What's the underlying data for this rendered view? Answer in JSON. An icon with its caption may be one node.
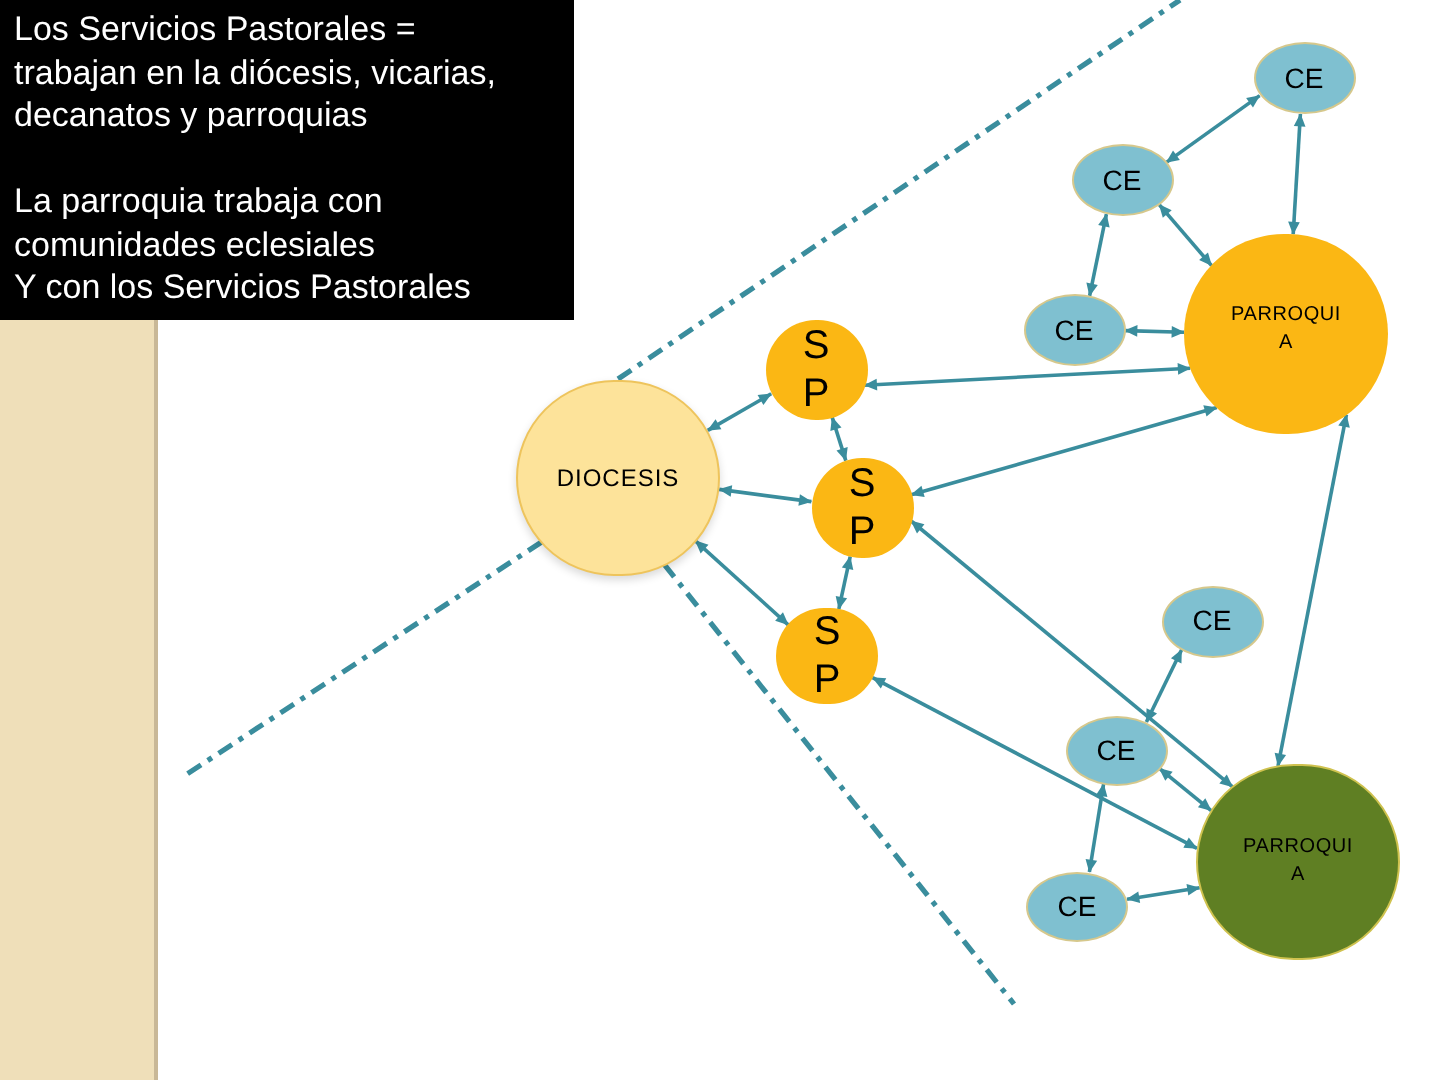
{
  "diagram": {
    "nodes": [
      {
        "text": [
          "Los Servicios Pastorales = trabajan en la diócesis, vicarias, decanatos y parroquias",
          "La parroquia trabaja con comunidades eclesiales",
          "Y con los Servicios Pastorales"
        ]
      },
      {
        "text": [
          "CE"
        ]
      },
      {
        "text": [
          "CE"
        ]
      },
      {
        "text": [
          "S P"
        ]
      },
      {
        "text": [
          "CE"
        ]
      },
      {
        "text": [
          "PARROQUI A"
        ]
      },
      {
        "text": [
          "DIOCESIS"
        ]
      },
      {
        "text": [
          "S P"
        ]
      },
      {
        "text": [
          "CE"
        ]
      },
      {
        "text": [
          "S P"
        ]
      },
      {
        "text": [
          "CE"
        ]
      },
      {
        "text": [
          "PARROQUI A"
        ]
      },
      {
        "text": [
          "CE"
        ]
      }
    ],
    "edges": [
      {
        "from": 2,
        "to": 1,
        "arrow": "both"
      },
      {
        "from": 1,
        "to": 5,
        "arrow": "both"
      },
      {
        "from": 2,
        "to": 5,
        "arrow": "both"
      },
      {
        "from": 2,
        "to": 4,
        "arrow": "both"
      },
      {
        "from": 4,
        "to": 5,
        "arrow": "both"
      },
      {
        "from": 3,
        "to": 5,
        "arrow": "both"
      },
      {
        "from": 7,
        "to": 5,
        "arrow": "both"
      },
      {
        "from": 5,
        "to": 11,
        "arrow": "both"
      },
      {
        "from": 3,
        "to": 6,
        "arrow": "both"
      },
      {
        "from": 7,
        "to": 6,
        "arrow": "both"
      },
      {
        "from": 3,
        "to": 7,
        "arrow": "both"
      },
      {
        "from": 7,
        "to": 9,
        "arrow": "both"
      },
      {
        "from": 6,
        "to": 9,
        "arrow": "both"
      },
      {
        "from": 7,
        "to": 11,
        "arrow": "both"
      },
      {
        "from": 9,
        "to": 11,
        "arrow": "both"
      },
      {
        "from": 8,
        "to": 10,
        "arrow": "both"
      },
      {
        "from": 10,
        "to": 11,
        "arrow": "both"
      },
      {
        "from": 10,
        "to": 12,
        "arrow": "both"
      },
      {
        "from": 12,
        "to": 11,
        "arrow": "both"
      },
      {
        "from": 6,
        "to": null,
        "arrow": "none",
        "style": "dashed"
      },
      {
        "from": 6,
        "to": null,
        "arrow": "none",
        "style": "dashed"
      },
      {
        "from": 6,
        "to": null,
        "arrow": "none",
        "style": "dashed"
      }
    ]
  }
}
